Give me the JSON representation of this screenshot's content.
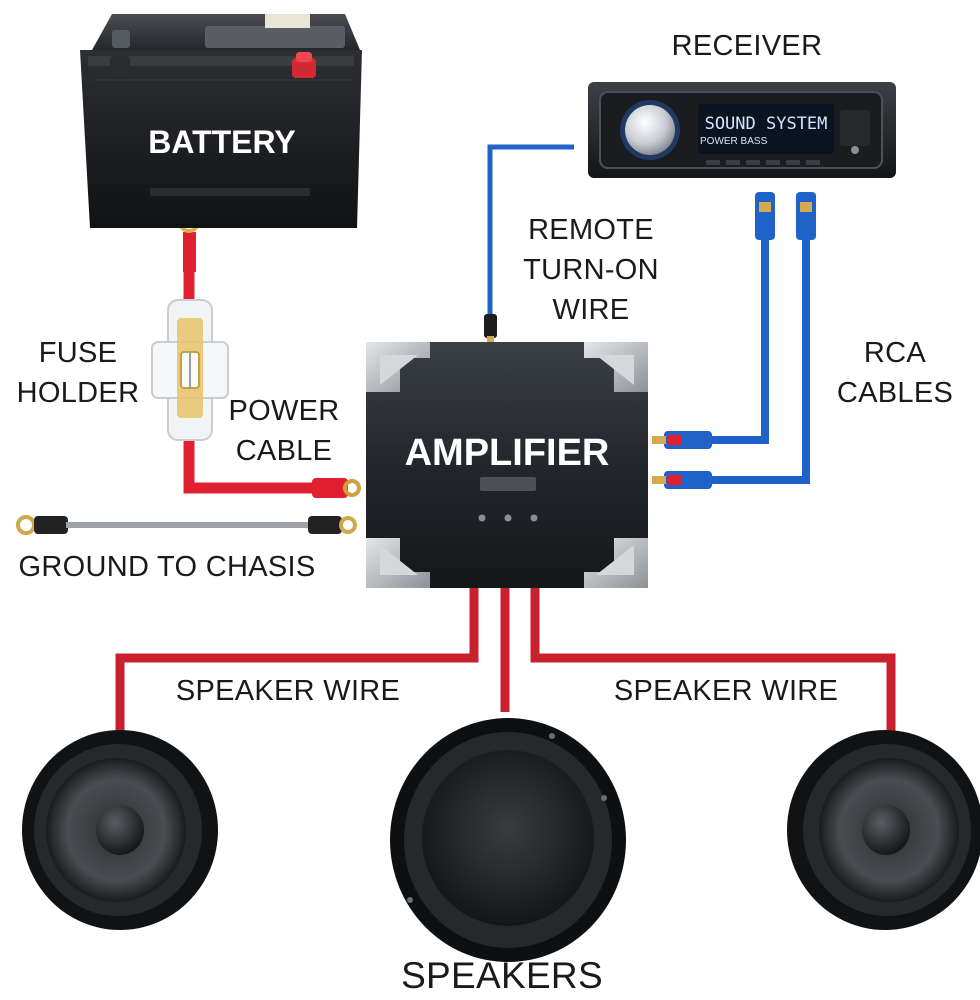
{
  "devices": {
    "battery": "BATTERY",
    "amplifier": "AMPLIFIER",
    "receiver_display_line1": "SOUND SYSTEM",
    "receiver_display_line2": "POWER BASS"
  },
  "labels": {
    "receiver": "RECEIVER",
    "remote_line1": "REMOTE",
    "remote_line2": "TURN-ON",
    "remote_line3": "WIRE",
    "fuse_line1": "FUSE",
    "fuse_line2": "HOLDER",
    "power_line1": "POWER",
    "power_line2": "CABLE",
    "rca_line1": "RCA",
    "rca_line2": "CABLES",
    "ground": "GROUND TO CHASIS",
    "speaker_wire_left": "SPEAKER WIRE",
    "speaker_wire_right": "SPEAKER WIRE",
    "speakers": "SPEAKERS"
  },
  "colors": {
    "power_wire": "#e02030",
    "speaker_wire": "#c8202c",
    "remote_wire": "#1f62c8",
    "rca_cable": "#1f62c8",
    "amplifier_body": "#2a2e33",
    "bracket": "#b8bcc0"
  }
}
